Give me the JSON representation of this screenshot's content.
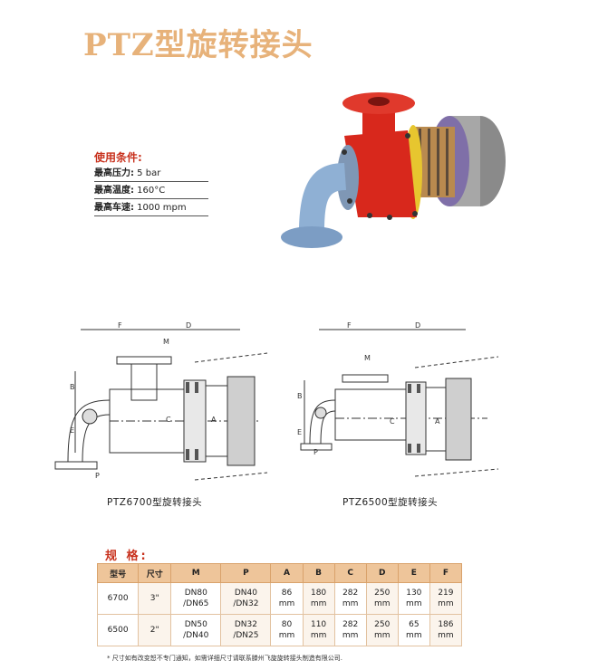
{
  "title": "PTZ型旋转接头",
  "conditions": {
    "heading": "使用条件:",
    "rows": [
      {
        "label": "最高压力:",
        "value": " 5 bar"
      },
      {
        "label": "最高温度:",
        "value": " 160°C"
      },
      {
        "label": "最高车速:",
        "value": " 1000 mpm"
      }
    ]
  },
  "drawings": {
    "left": {
      "caption": "PTZ6700型旋转接头",
      "labels": {
        "F": "F",
        "D": "D",
        "M": "M",
        "B": "B",
        "E": "E",
        "C": "C",
        "A": "A",
        "P": "P"
      }
    },
    "right": {
      "caption": "PTZ6500型旋转接头",
      "labels": {
        "F": "F",
        "D": "D",
        "M": "M",
        "B": "B",
        "E": "E",
        "C": "C",
        "A": "A",
        "P": "P"
      }
    }
  },
  "spec": {
    "heading": "规 格:",
    "headers": [
      "型号",
      "尺寸",
      "M",
      "P",
      "A",
      "B",
      "C",
      "D",
      "E",
      "F"
    ],
    "rows": [
      {
        "model": "6700",
        "size": "3\"",
        "m": "DN80\n/DN65",
        "p": "DN40\n/DN32",
        "a": "86\nmm",
        "b": "180\nmm",
        "c": "282\nmm",
        "d": "250\nmm",
        "e": "130\nmm",
        "f": "219\nmm"
      },
      {
        "model": "6500",
        "size": "2\"",
        "m": "DN50\n/DN40",
        "p": "DN32\n/DN25",
        "a": "80\nmm",
        "b": "110\nmm",
        "c": "282\nmm",
        "d": "250\nmm",
        "e": "65\nmm",
        "f": "186\nmm"
      }
    ]
  },
  "footnote": "* 尺寸如有改变恕不专门通知，如需详细尺寸请联系滕州飞旋旋转接头制造有限公司.",
  "colors": {
    "title": "#e7b27a",
    "accent_red": "#c8321e",
    "table_header": "#eec59a",
    "body_red": "#d8281c",
    "elbow_blue": "#8fb0d4"
  }
}
